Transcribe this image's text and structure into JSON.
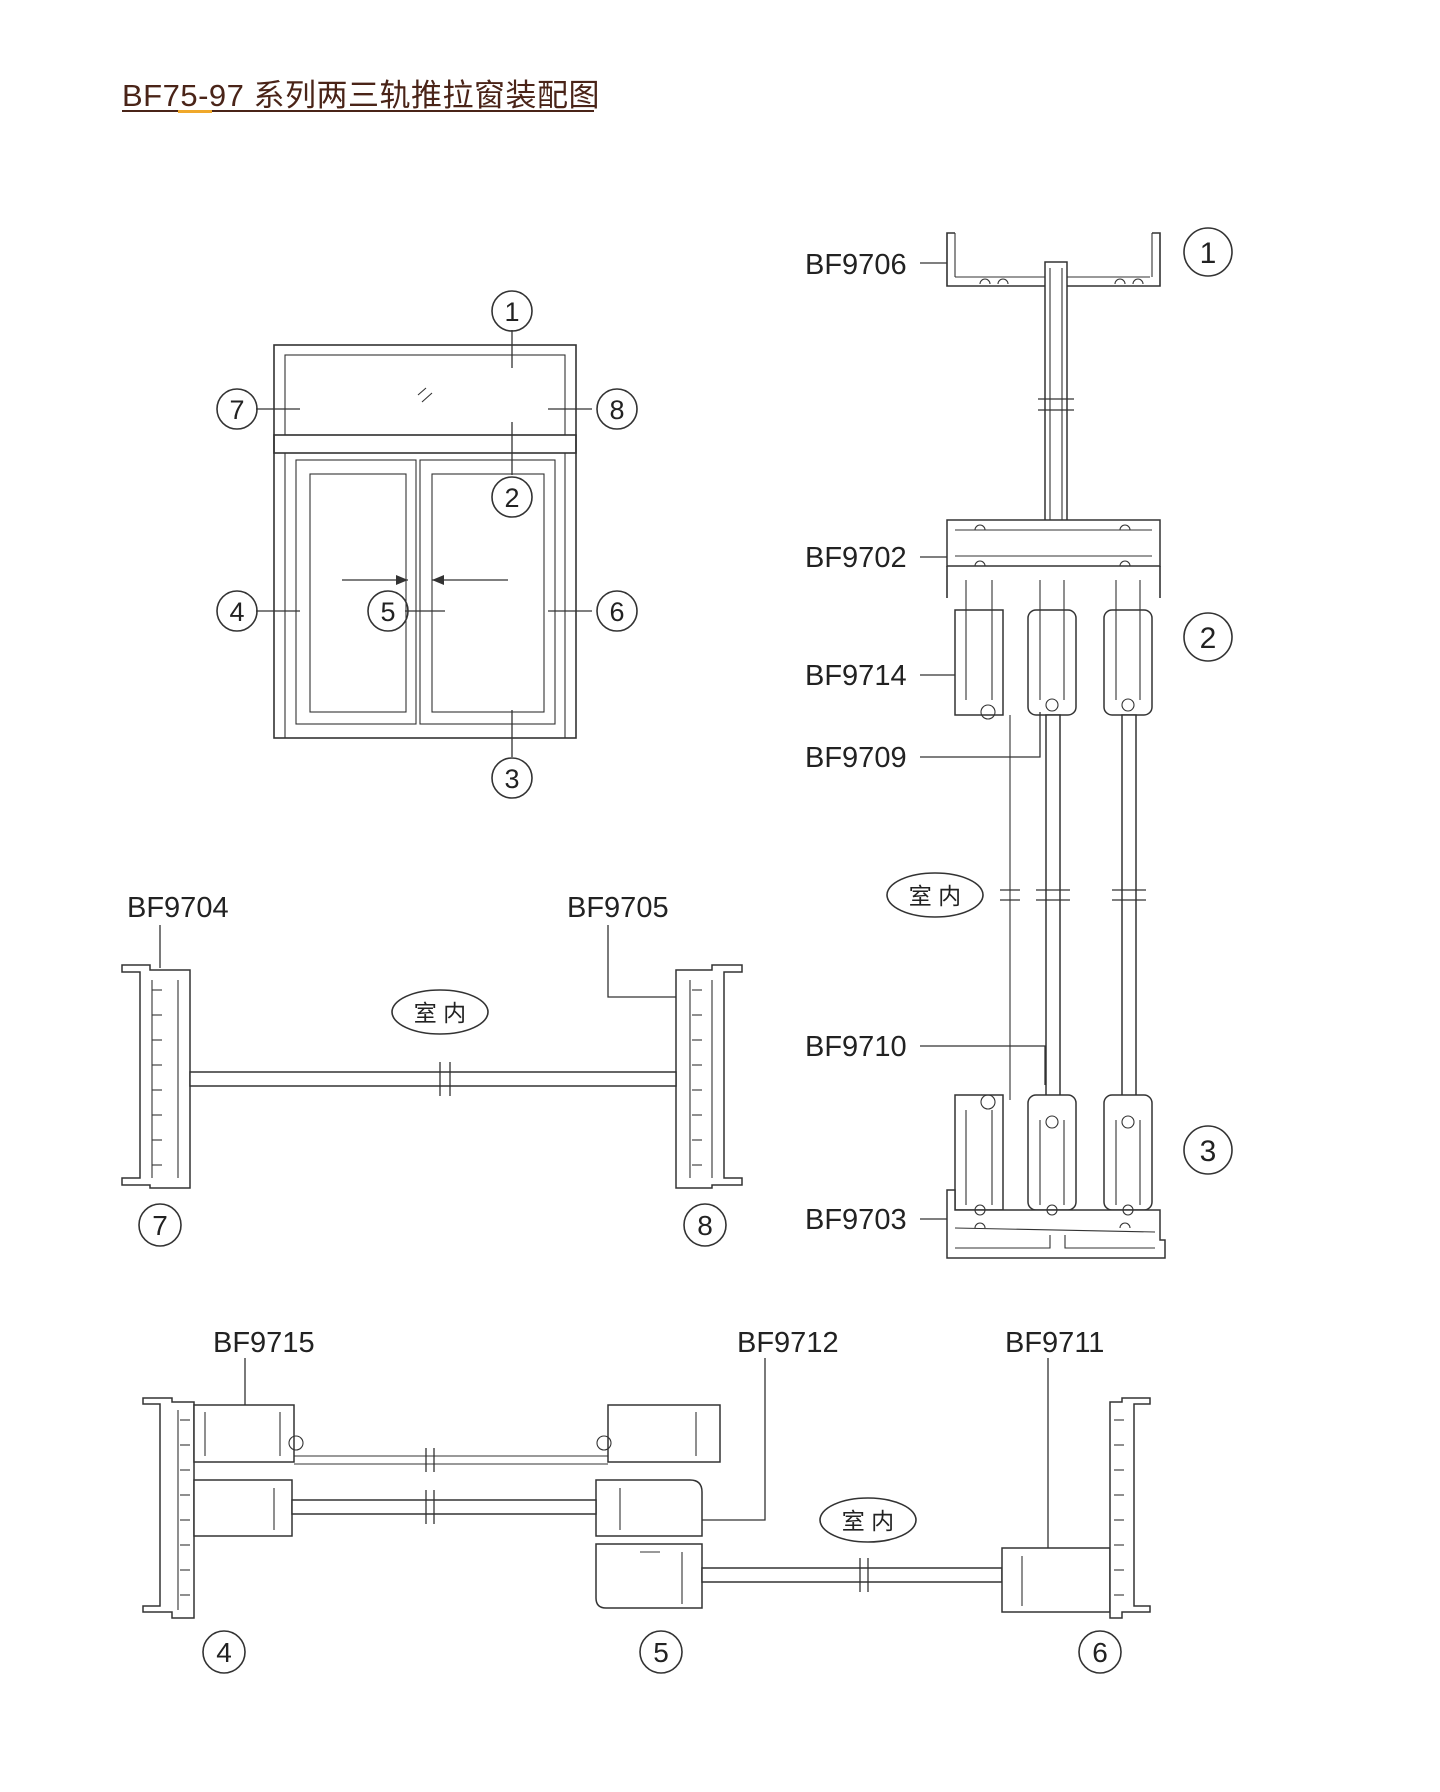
{
  "title": "BF75-97 系列两三轨推拉窗装配图",
  "accent_color": "#f0a82a",
  "title_color": "#4a2418",
  "callouts": [
    "1",
    "2",
    "3",
    "4",
    "5",
    "6",
    "7",
    "8"
  ],
  "profiles": {
    "p9706": "BF9706",
    "p9702": "BF9702",
    "p9714": "BF9714",
    "p9709": "BF9709",
    "p9710": "BF9710",
    "p9703": "BF9703",
    "p9704": "BF9704",
    "p9705": "BF9705",
    "p9715": "BF9715",
    "p9712": "BF9712",
    "p9711": "BF9711"
  },
  "indoor_label": "室 内"
}
